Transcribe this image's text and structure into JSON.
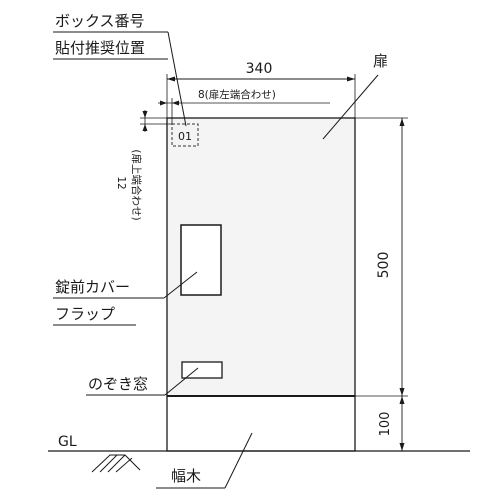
{
  "labels": {
    "box_number_line1": "ボックス番号",
    "box_number_line2": "貼付推奨位置",
    "door": "扉",
    "lock_cover_line1": "錠前カバー",
    "lock_cover_line2": "フラップ",
    "peep_window": "のぞき窓",
    "baseboard": "幅木",
    "ground": "GL",
    "box_number_sample": "01"
  },
  "dimensions": {
    "width": "340",
    "height": "500",
    "base_height": "100",
    "label_offset_x": "8(扉左端合わせ)",
    "label_offset_y_value": "12",
    "label_offset_y_note": "(扉上端合わせ)"
  },
  "colors": {
    "cabinet_fill": "#f4f4f4",
    "line": "#1a1a1a",
    "dashed": "#333333"
  }
}
